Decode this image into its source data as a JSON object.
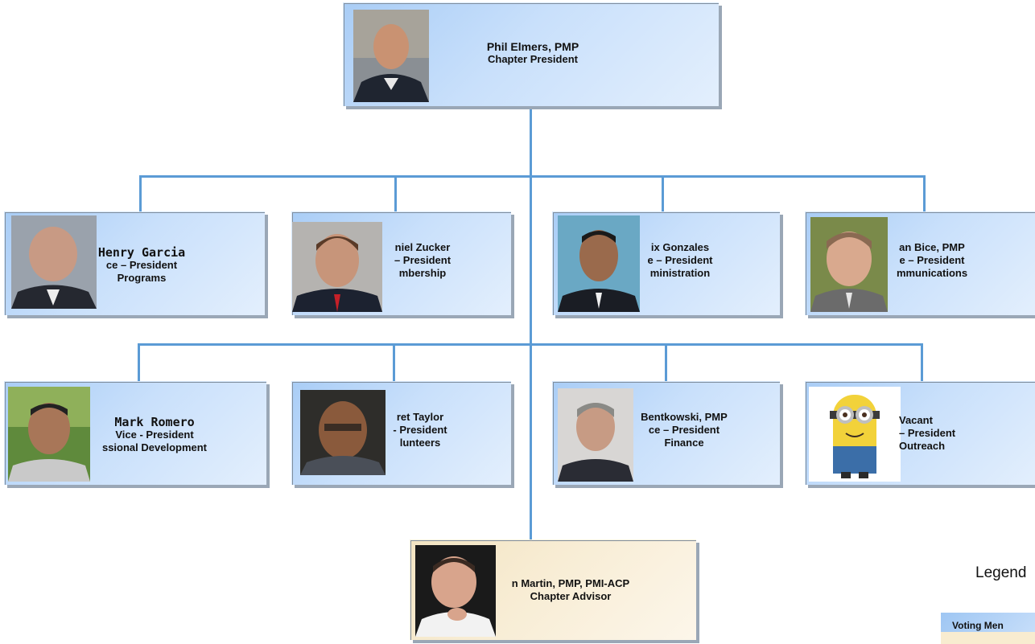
{
  "president": {
    "name": "Phil Elmers, PMP",
    "role": "Chapter President"
  },
  "vp_row1": [
    {
      "name": "Henry Garcia",
      "role": "ce – President",
      "dept": "Programs"
    },
    {
      "name": "niel Zucker",
      "role": "– President",
      "dept": "mbership"
    },
    {
      "name": "ix Gonzales",
      "role": "e – President",
      "dept": "ministration"
    },
    {
      "name": "an Bice, PMP",
      "role": "e – President",
      "dept": "mmunications"
    }
  ],
  "vp_row2": [
    {
      "name": "Mark Romero",
      "role": "Vice - President",
      "dept": "ssional Development"
    },
    {
      "name": "ret Taylor",
      "role": "- President",
      "dept": "lunteers"
    },
    {
      "name": "Bentkowski, PMP",
      "role": "ce – President",
      "dept": "Finance"
    },
    {
      "name": "Vacant",
      "role": "– President",
      "dept": "Outreach"
    }
  ],
  "advisor": {
    "name": "n Martin, PMP, PMI-ACP",
    "role": "Chapter Advisor"
  },
  "legend": {
    "title": "Legend",
    "voting_label": "Voting Men"
  },
  "colors": {
    "connector": "#5b9bd5",
    "voting_box": "#c9e0fb",
    "advisor_box": "#f8edd5"
  }
}
